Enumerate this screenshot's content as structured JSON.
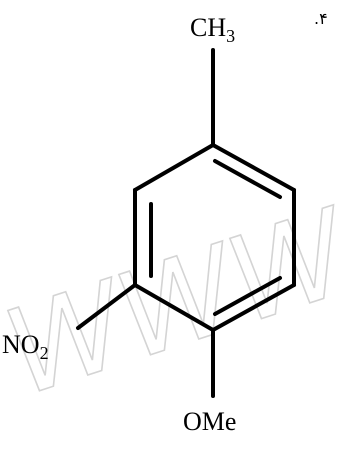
{
  "item_number": ".۴",
  "watermark_text": "WWW.PN",
  "substituents": {
    "top": {
      "base": "CH",
      "sub": "3"
    },
    "left": {
      "base": "NO",
      "sub": "2"
    },
    "bottom": {
      "base": "OMe",
      "sub": ""
    }
  },
  "colors": {
    "ink": "#000000",
    "watermark": "#d4d4d4",
    "background": "#ffffff"
  }
}
